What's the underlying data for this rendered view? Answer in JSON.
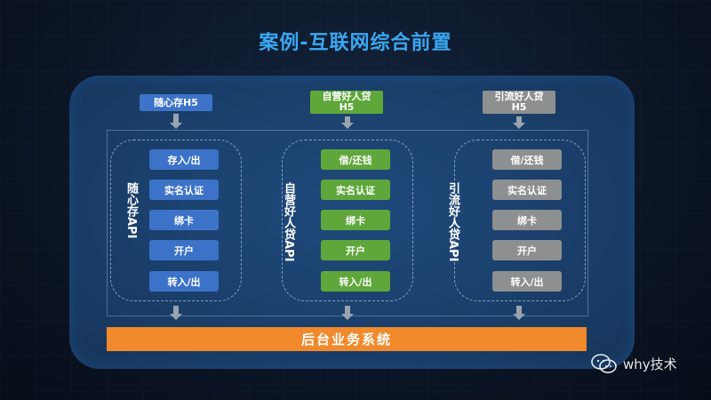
{
  "title": "案例-互联网综合前置",
  "columns": [
    {
      "color": "#3c72c7",
      "top_label": [
        "随心存H5"
      ],
      "vertical_label": "随心存API",
      "items": [
        "存入/出",
        "实名认证",
        "绑卡",
        "开户",
        "转入/出"
      ]
    },
    {
      "color": "#5fa73a",
      "top_label": [
        "自营好人贷",
        "H5"
      ],
      "vertical_label": "自营好人贷API",
      "items": [
        "借/还钱",
        "实名认证",
        "绑卡",
        "开户",
        "转入/出"
      ]
    },
    {
      "color": "#8e8f91",
      "top_label": [
        "引流好人贷",
        "H5"
      ],
      "vertical_label": "引流好人贷API",
      "items": [
        "借/还钱",
        "实名认证",
        "绑卡",
        "开户",
        "转入/出"
      ]
    }
  ],
  "backend": "后台业务系统",
  "watermark": "why技术"
}
